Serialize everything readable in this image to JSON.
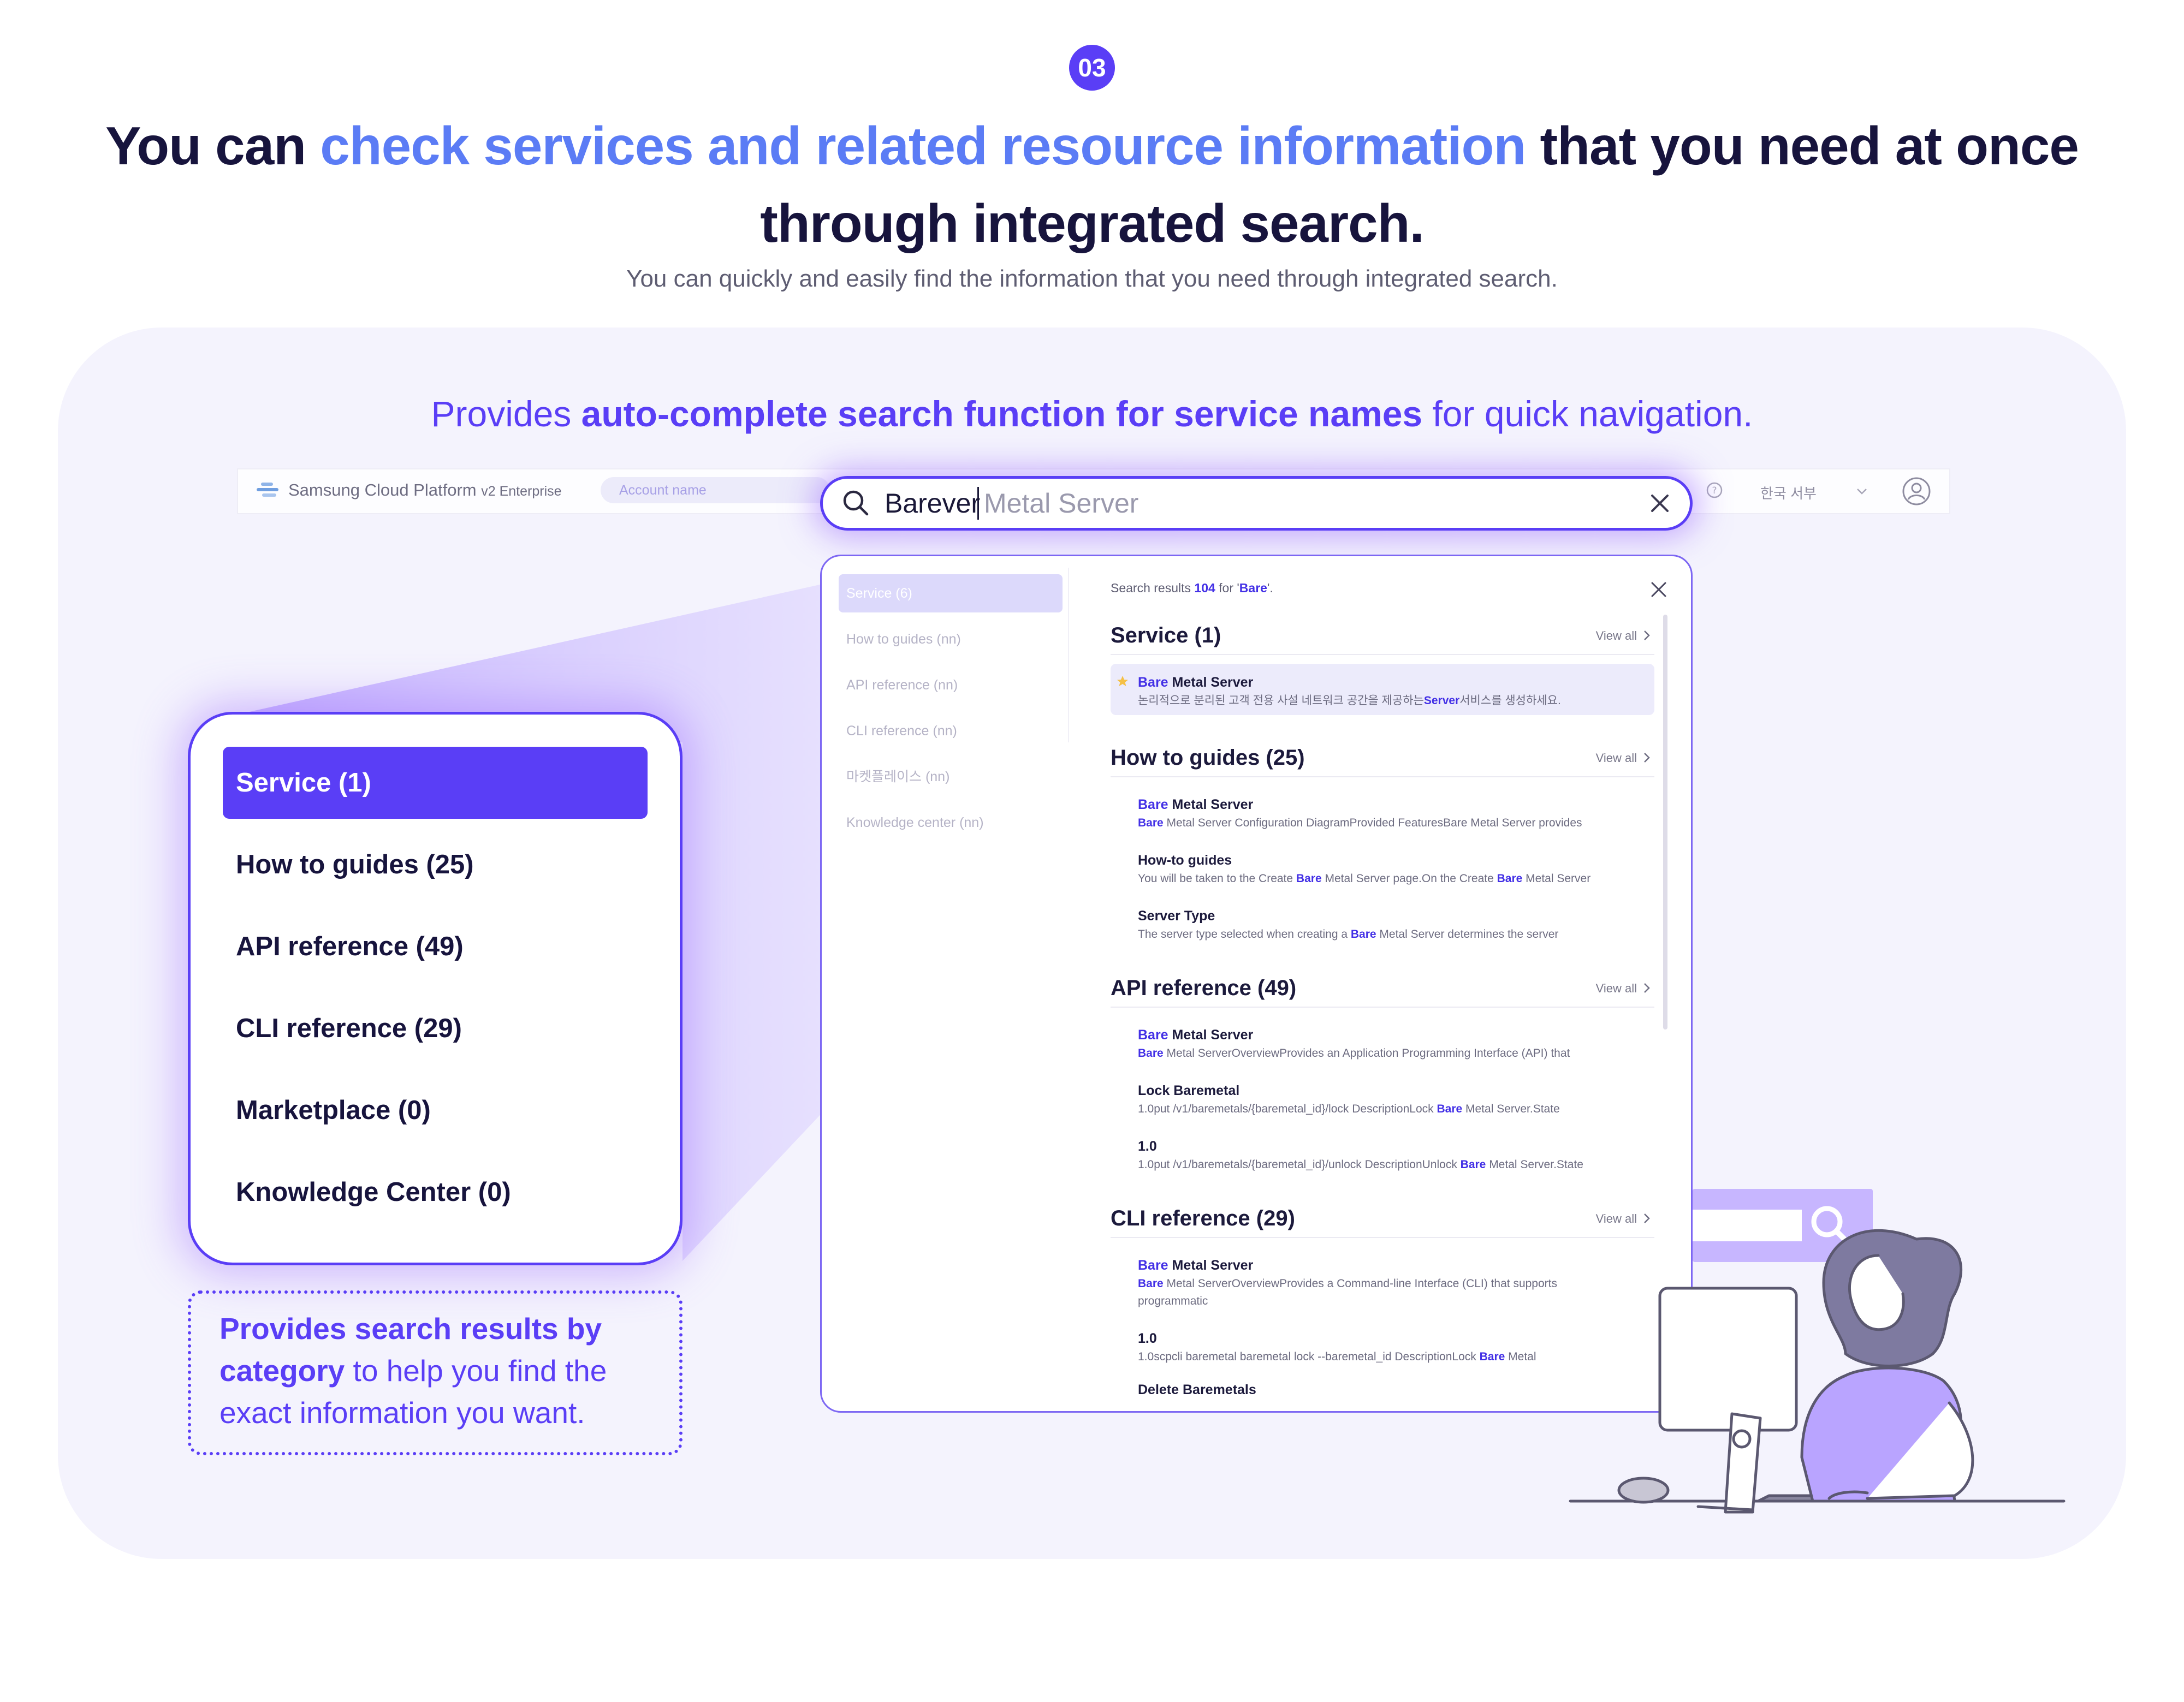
{
  "header": {
    "step_number": "03",
    "headline_part1": "You can ",
    "headline_highlight": "check services and related resource information",
    "headline_part2": " that you need at once through integrated search.",
    "subheadline": "You can quickly and easily find the information that you need through integrated search."
  },
  "stage": {
    "caption_prefix": "Provides ",
    "caption_bold": "auto-complete search function for service names",
    "caption_suffix": " for quick navigation."
  },
  "topbar": {
    "logo_name": "Samsung Cloud Platform",
    "logo_version": "v2 Enterprise",
    "account_placeholder": "Account name",
    "region": "한국 서부",
    "icons": [
      "cloud-logo-icon",
      "help-icon",
      "chevron-down-icon",
      "user-icon"
    ]
  },
  "search": {
    "typed": "Barever",
    "suggestion": "Metal Server",
    "icons": [
      "search-icon",
      "close-icon"
    ]
  },
  "results": {
    "summary_prefix": "Search results ",
    "summary_count": "104",
    "summary_mid": " for '",
    "summary_query": "Bare",
    "summary_suffix": "'.",
    "side_categories": [
      "Service (6)",
      "How to guides (nn)",
      "API reference (nn)",
      "CLI reference (nn)",
      "마켓플레이스 (nn)",
      "Knowledge center (nn)"
    ],
    "view_all": "View all",
    "sections": {
      "service": {
        "title": "Service (1)",
        "items": [
          {
            "q": "Bare",
            "title": " Metal Server",
            "desc_pre": "논리적으로 분리된 고객 전용 사설 네트워크 공간을 제공하는",
            "desc_q": "Server",
            "desc_post": "서비스를 생성하세요."
          }
        ]
      },
      "guides": {
        "title": "How to guides (25)",
        "items": [
          {
            "q": "Bare",
            "title": " Metal Server",
            "desc_q": "Bare",
            "desc": " Metal Server Configuration DiagramProvided FeaturesBare Metal Server provides"
          },
          {
            "title": "How-to guides",
            "desc_pre": "You will be taken to the Create ",
            "desc_q": "Bare",
            "desc_mid": " Metal Server page.On the Create ",
            "desc_q2": "Bare",
            "desc_post": " Metal Server"
          },
          {
            "title": "Server Type",
            "desc_pre": "The server type selected when creating a ",
            "desc_q": "Bare",
            "desc_post": " Metal Server determines the server"
          }
        ]
      },
      "api": {
        "title": "API reference (49)",
        "items": [
          {
            "q": "Bare",
            "title": " Metal Server",
            "desc_q": "Bare",
            "desc": " Metal ServerOverviewProvides an Application Programming Interface (API) that"
          },
          {
            "title": "Lock Baremetal",
            "desc_pre": "1.0put /v1/baremetals/{baremetal_id}/lock DescriptionLock ",
            "desc_q": "Bare",
            "desc_post": " Metal Server.State"
          },
          {
            "title": "1.0",
            "desc_pre": "1.0put /v1/baremetals/{baremetal_id}/unlock DescriptionUnlock ",
            "desc_q": "Bare",
            "desc_post": " Metal Server.State"
          }
        ]
      },
      "cli": {
        "title": "CLI reference (29)",
        "items": [
          {
            "q": "Bare",
            "title": " Metal Server",
            "desc_q": "Bare",
            "desc_line1": " Metal ServerOverviewProvides a Command-line Interface (CLI) that supports",
            "desc_line2": "programmatic"
          },
          {
            "title": "1.0",
            "desc_pre": "1.0scpcli baremetal baremetal lock --baremetal_id DescriptionLock ",
            "desc_q": "Bare",
            "desc_post": " Metal"
          },
          {
            "title": "Delete Baremetals"
          }
        ]
      }
    }
  },
  "category_card": {
    "items": [
      "Service (1)",
      "How to guides (25)",
      "API reference (49)",
      "CLI reference (29)",
      "Marketplace (0)",
      "Knowledge Center (0)"
    ]
  },
  "note": {
    "bold": "Provides search results by category",
    "rest": " to help you find the exact information you want."
  },
  "colors": {
    "accent": "#5a3ef6",
    "highlight_blue": "#5b7cf5",
    "panel_bg": "#f4f3fd",
    "illustration_purple": "#b9a4ff"
  }
}
